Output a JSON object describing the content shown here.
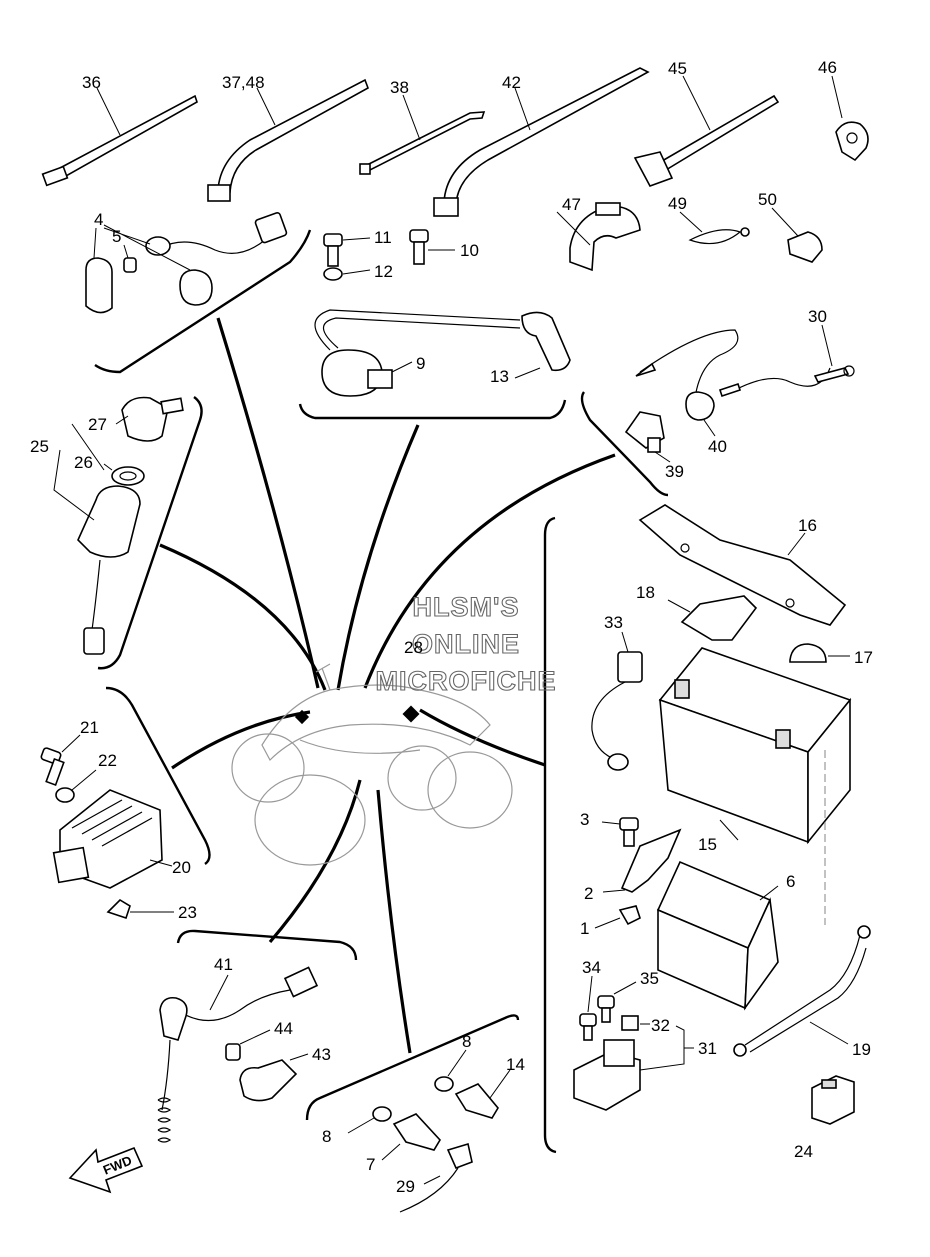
{
  "watermark": {
    "line1": "HLSM'S",
    "line2": "ONLINE",
    "line3": "MICROFICHE"
  },
  "fwd_label": "FWD",
  "callouts": {
    "p36": "36",
    "p37_48": "37,48",
    "p38": "38",
    "p42": "42",
    "p45": "45",
    "p46": "46",
    "p4": "4",
    "p5": "5",
    "p11": "11",
    "p10": "10",
    "p12": "12",
    "p9": "9",
    "p13": "13",
    "p47": "47",
    "p49": "49",
    "p50": "50",
    "p30": "30",
    "p40": "40",
    "p39": "39",
    "p27": "27",
    "p25": "25",
    "p26": "26",
    "p16": "16",
    "p18": "18",
    "p33": "33",
    "p17": "17",
    "p28": "28",
    "p21": "21",
    "p22": "22",
    "p20": "20",
    "p23": "23",
    "p15": "15",
    "p3": "3",
    "p6": "6",
    "p2": "2",
    "p1": "1",
    "p41": "41",
    "p44": "44",
    "p43": "43",
    "p8a": "8",
    "p14": "14",
    "p8b": "8",
    "p7": "7",
    "p29": "29",
    "p34": "34",
    "p35": "35",
    "p32": "32",
    "p31": "31",
    "p19": "19",
    "p24": "24"
  }
}
